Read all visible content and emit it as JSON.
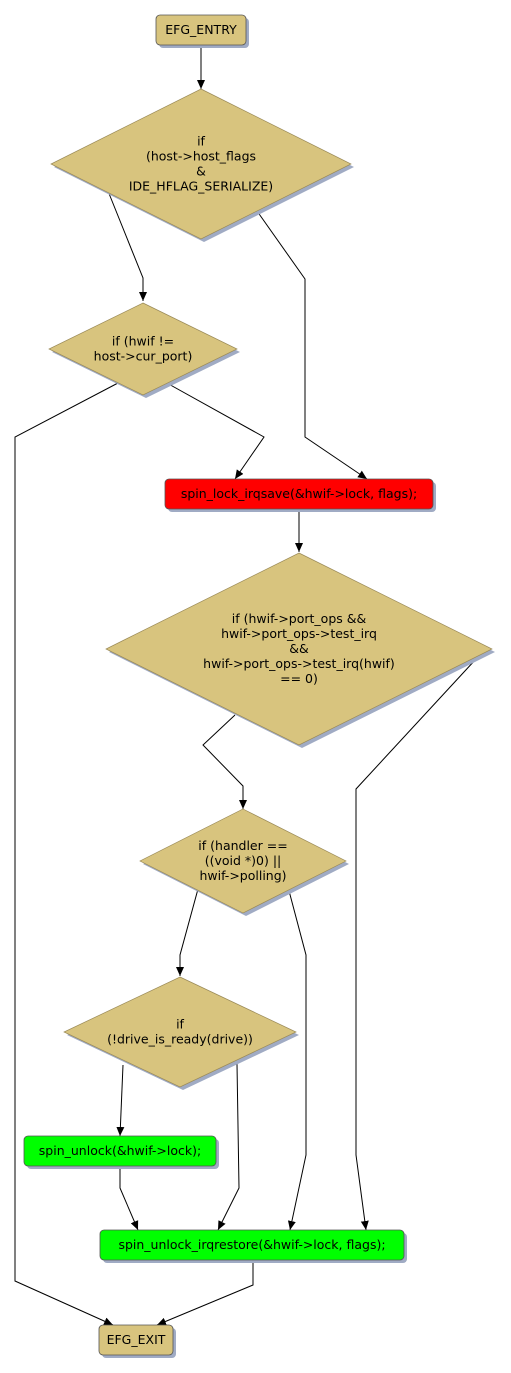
{
  "nodes": {
    "entry": {
      "kind": "box",
      "lines": [
        "EFG_ENTRY"
      ],
      "fill": "#d8c47e"
    },
    "d1": {
      "kind": "diamond",
      "lines": [
        "if",
        "(host->host_flags",
        "&",
        "IDE_HFLAG_SERIALIZE)"
      ],
      "fill": "#d8c47e"
    },
    "d2": {
      "kind": "diamond",
      "lines": [
        "if (hwif !=",
        "host->cur_port)"
      ],
      "fill": "#d8c47e"
    },
    "lock": {
      "kind": "box",
      "lines": [
        "spin_lock_irqsave(&hwif->lock, flags);"
      ],
      "fill": "#ff0000"
    },
    "d3": {
      "kind": "diamond",
      "lines": [
        "if (hwif->port_ops &&",
        "hwif->port_ops->test_irq",
        "&&",
        "hwif->port_ops->test_irq(hwif)",
        "== 0)"
      ],
      "fill": "#d8c47e"
    },
    "d4": {
      "kind": "diamond",
      "lines": [
        "if (handler ==",
        "((void *)0) ||",
        "hwif->polling)"
      ],
      "fill": "#d8c47e"
    },
    "d5": {
      "kind": "diamond",
      "lines": [
        "if",
        "(!drive_is_ready(drive))"
      ],
      "fill": "#d8c47e"
    },
    "unlock": {
      "kind": "box",
      "lines": [
        "spin_unlock(&hwif->lock);"
      ],
      "fill": "#00ff00"
    },
    "restore": {
      "kind": "box",
      "lines": [
        "spin_unlock_irqrestore(&hwif->lock, flags);"
      ],
      "fill": "#00ff00"
    },
    "exit": {
      "kind": "box",
      "lines": [
        "EFG_EXIT"
      ],
      "fill": "#d8c47e"
    }
  },
  "edges": [
    {
      "from": "entry",
      "to": "d1"
    },
    {
      "from": "d1",
      "to": "d2"
    },
    {
      "from": "d1",
      "to": "lock"
    },
    {
      "from": "d2",
      "to": "exit"
    },
    {
      "from": "d2",
      "to": "lock"
    },
    {
      "from": "lock",
      "to": "d3"
    },
    {
      "from": "d3",
      "to": "d4"
    },
    {
      "from": "d3",
      "to": "restore"
    },
    {
      "from": "d4",
      "to": "d5"
    },
    {
      "from": "d4",
      "to": "restore"
    },
    {
      "from": "d5",
      "to": "unlock"
    },
    {
      "from": "d5",
      "to": "restore"
    },
    {
      "from": "unlock",
      "to": "restore"
    },
    {
      "from": "restore",
      "to": "exit"
    }
  ]
}
